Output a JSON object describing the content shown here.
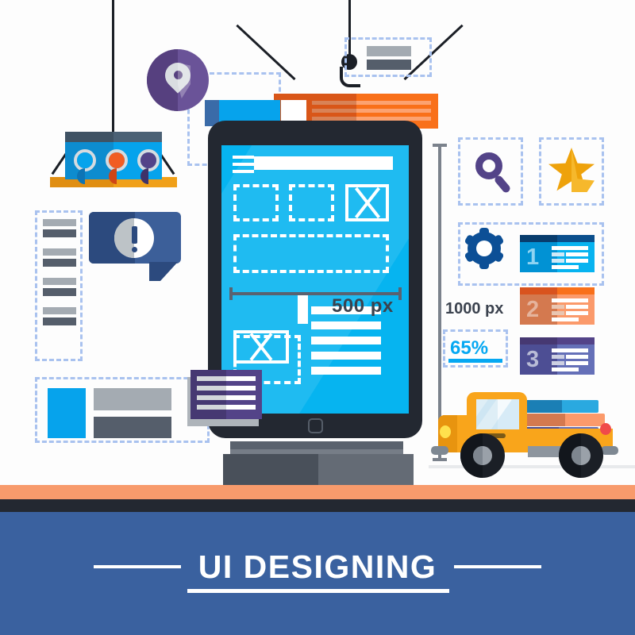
{
  "meta": {
    "background": "#fdfdfd",
    "title_text": "UI DESIGNING"
  },
  "banner": {
    "title": "UI DESIGNING",
    "bg_color": "#3a619f",
    "accent_strip_color": "#f89b6c",
    "dark_strip_color": "#232831",
    "rule_color": "#ffffff"
  },
  "measurements": {
    "width_label": "500 px",
    "height_label": "1000 px",
    "percent_label": "65%",
    "percent_color": "#05a8f2",
    "label_color": "#3b424e",
    "ruler_color": "#7b828c"
  },
  "icons": {
    "map_pin": "map-pin-icon",
    "alert": "alert-exclamation-icon",
    "search": "search-magnifier-icon",
    "star": "star-icon",
    "gear": "gear-settings-icon",
    "hamburger": "hamburger-menu-icon",
    "home_button": "home-button-icon",
    "crane_hook": "crane-hook-icon",
    "truck": "delivery-truck-icon",
    "image_placeholder": "image-placeholder-icon"
  },
  "palette": {
    "sky_blue": "#06a3ec",
    "bright_blue": "#06b4f0",
    "orange": "#f9701a",
    "amber": "#f9a51b",
    "purple": "#534388",
    "deep_purple": "#6a5398",
    "slate": "#555e6b",
    "silver": "#a4abb2",
    "dash_blue": "#a9c2ef",
    "star_gold": "#eea20b",
    "gear_blue": "#0c4f96",
    "tablet_frame": "#232831"
  },
  "color_tray": {
    "name": "color-swatch-tray",
    "plank_color": "#f0a019",
    "box_color": "#06a3ec",
    "lid_color": "#4b6175",
    "swatches": [
      {
        "name": "swatch-blue",
        "color": "#06a3ec",
        "shade": "#0d74b5"
      },
      {
        "name": "swatch-orange",
        "color": "#f15c22",
        "shade": "#cf4516"
      },
      {
        "name": "swatch-purple",
        "color": "#534388",
        "shade": "#3e3269"
      }
    ]
  },
  "numbered_cards": [
    {
      "number": "1",
      "name": "numbered-card-1",
      "header_color": "#0b4f8c",
      "body_color": "#07b3f0",
      "body_shade": "#0192d4",
      "number_color": "#8fd4f2",
      "line_color": "#ffffff",
      "line_shade": "#cfe9f7",
      "lines": 4,
      "in_dashed_box": true
    },
    {
      "number": "2",
      "name": "numbered-card-2",
      "header_color": "#d9531e",
      "body_color": "#fb9a6b",
      "body_shade": "#d4794f",
      "number_color": "#e5b39c",
      "line_color": "#ffffff",
      "line_shade": "#e9c6b2",
      "lines": 4,
      "in_dashed_box": false
    },
    {
      "number": "3",
      "name": "numbered-card-3",
      "header_color": "#463872",
      "body_color": "#6570b8",
      "body_shade": "#4d4e94",
      "number_color": "#b9bcd6",
      "line_color": "#ffffff",
      "line_shade": "#cdd0e2",
      "lines": 4,
      "in_dashed_box": false
    }
  ],
  "left_list": {
    "name": "left-wireframe-list",
    "rows": 4,
    "top_bar_color": "#a4abb2",
    "bottom_bar_color": "#555e6b"
  },
  "left_card": {
    "name": "left-media-card",
    "thumb_color": "#06a3ec",
    "bar_a_color": "#a4abb2",
    "bar_b_color": "#555e6b"
  },
  "purple_card": {
    "name": "purple-text-card",
    "bg_color": "#534388",
    "shade_color": "#463872",
    "lines": 4,
    "line_color": "#ffffff"
  },
  "orange_banner": {
    "name": "orange-hanging-banner",
    "bg_color": "#f9701a",
    "shade_color": "#d95618",
    "thumb_color": "#ffffff",
    "lines": 3
  },
  "top_right_chip": {
    "name": "top-right-label-chip",
    "top_bar_color": "#a4abb2",
    "bottom_bar_color": "#555e6b"
  },
  "tablet": {
    "name": "tablet-device",
    "frame_color": "#232831",
    "screen_color": "#06b4f0",
    "stand_color": "#646b75",
    "wireframe": {
      "search_bar": true,
      "hamburger_lines": 3,
      "placeholder_boxes": 3,
      "wide_dashed_panel": true,
      "image_placeholder": true,
      "text_lines": 5
    }
  },
  "truck": {
    "name": "delivery-truck",
    "body_color": "#f9a51b",
    "window_color": "#d7ebf7",
    "wheel_color": "#1b1f26",
    "cargo": [
      {
        "name": "cargo-blue",
        "color": "#2aa9e0",
        "shade": "#1b7fb5"
      },
      {
        "name": "cargo-orange",
        "color": "#fb9a6b",
        "shade": "#d4794f"
      },
      {
        "name": "cargo-purple",
        "color": "#6570b8",
        "shade": "#4d4e94"
      }
    ]
  }
}
